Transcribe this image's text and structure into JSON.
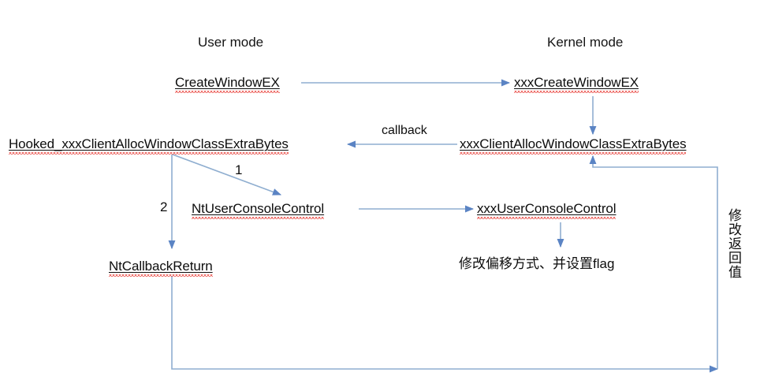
{
  "diagram": {
    "title": "Windows CreateWindowEX hooked callback flow",
    "line_color": "#8faed0",
    "text_color": "#0d0d0d",
    "spellcheck_underline_color": "#e8403a",
    "background": "#ffffff"
  },
  "columns": {
    "user_mode": "User mode",
    "kernel_mode": "Kernel mode"
  },
  "nodes": {
    "create_window_ex": "CreateWindowEX",
    "xxx_create_window_ex": "xxxCreateWindowEX",
    "hooked_client_alloc": "Hooked_xxxClientAllocWindowClassExtraBytes",
    "xxx_client_alloc": "xxxClientAllocWindowClassExtraBytes",
    "nt_user_console_control": "NtUserConsoleControl",
    "xxx_user_console_control": "xxxUserConsoleControl",
    "nt_callback_return": "NtCallbackReturn",
    "modify_offset_note": "修改偏移方式、并设置flag"
  },
  "edge_labels": {
    "callback": "callback",
    "step_one": "1",
    "step_two": "2",
    "modify_return_value": "修改返回值"
  }
}
